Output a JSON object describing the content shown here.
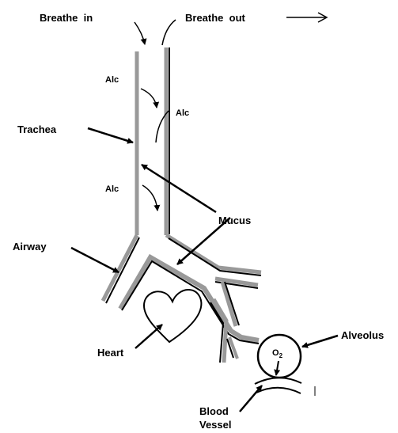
{
  "labels": {
    "breathe_in": "Breathe  in",
    "breathe_out": "Breathe  out",
    "alc": "Alc",
    "trachea": "Trachea",
    "mucus": "Mucus",
    "airway": "Airway",
    "heart": "Heart",
    "alveolus": "Alveolus",
    "o2_base": "O",
    "o2_sub": "2",
    "blood": "Blood",
    "vessel": "Vessel"
  },
  "colors": {
    "wall_gray": "#999999",
    "ink": "#000000"
  }
}
